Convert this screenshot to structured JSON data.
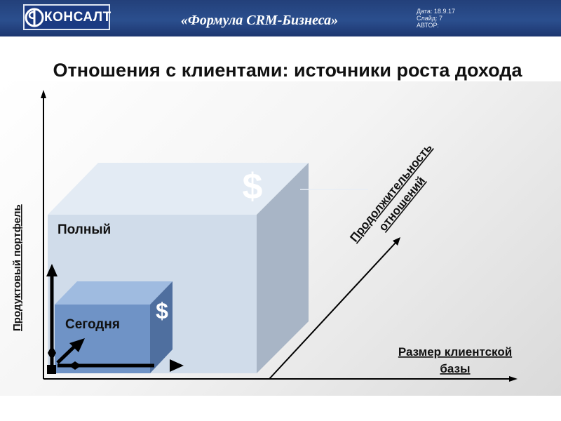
{
  "header": {
    "logo_text": "КОНСАЛТ",
    "title": "«Формула CRM-Бизнеса»",
    "date": "Дата: 18.9.17",
    "slide": "Слайд: 7",
    "author": "АВТОР:"
  },
  "slide": {
    "title": "Отношения с клиентами: источники роста дохода"
  },
  "diagram": {
    "y_axis_label": "Продуктовый портфель",
    "x_axis_label": "Размер клиентской базы",
    "diagonal_label": "Продолжительность отношений",
    "big_box_label": "Полный",
    "small_box_label": "Сегодня",
    "currency_symbol": "$"
  },
  "colors": {
    "header_blue": "#2b4f8e",
    "big_box_front": "#d0dcea",
    "small_box_front": "#6f93c6"
  }
}
